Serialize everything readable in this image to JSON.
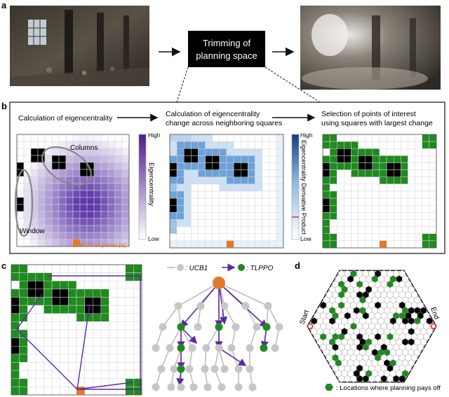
{
  "panel_a": {
    "letter": "a",
    "center_box": [
      "Trimming of",
      "planning space"
    ]
  },
  "panel_b": {
    "letter": "b",
    "step1": "Calculation of eigencentrality",
    "step2": [
      "Calculation of eigencentrality",
      "change across neighboring squares"
    ],
    "step3": [
      "Selection of points of interest",
      "using squares with largest change"
    ],
    "label_columns": "Columns",
    "label_window": "Window",
    "label_pov": "POV of panel (a)",
    "colorbar1": {
      "high": "High",
      "low": "Low",
      "title": "Eigencentrality"
    },
    "colorbar2": {
      "high": "High",
      "low": "Low",
      "title": "Eigencentrality Derivative Product"
    }
  },
  "panel_c": {
    "letter": "c",
    "legend_ucb1": ": UCB1",
    "legend_tlppo": ": TLPPO"
  },
  "panel_d": {
    "letter": "d",
    "start": "Start",
    "end": "End",
    "caption": ": Locations where planning pays off"
  },
  "colors": {
    "purple": "#5b2a9e",
    "green": "#1f8a1f",
    "orange": "#e07a2a",
    "blue": "#2f6fb5",
    "red_marker": "#d22a2a"
  }
}
